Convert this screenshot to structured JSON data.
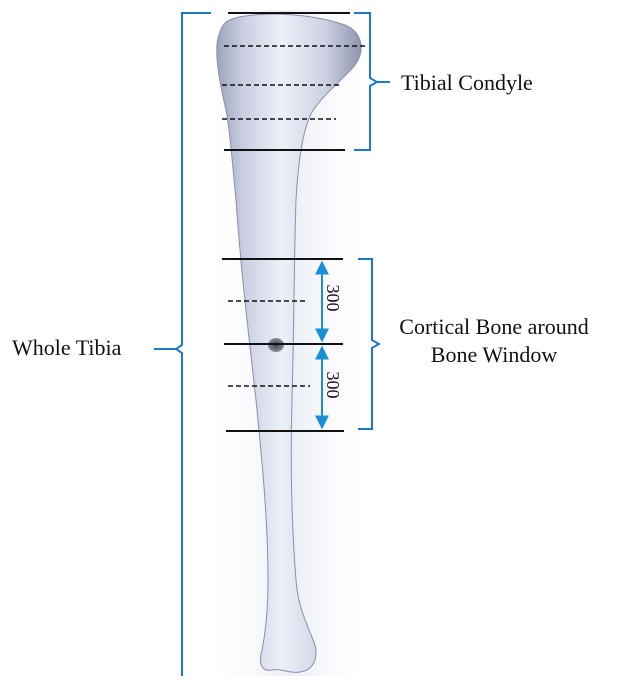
{
  "labels": {
    "whole_tibia": "Whole Tibia",
    "tibial_condyle": "Tibial Condyle",
    "cortical_line1": "Cortical Bone around",
    "cortical_line2": "Bone Window"
  },
  "dimensions": {
    "upper_span": "300",
    "lower_span": "300"
  },
  "colors": {
    "bracket": "#1f78c8",
    "arrow": "#1a8fd8",
    "bone_light": "#eef0f8",
    "bone_mid": "#c5c9dc",
    "bone_dark": "#8f94ad",
    "section_line": "#111111",
    "hole": "#6a6d78"
  }
}
